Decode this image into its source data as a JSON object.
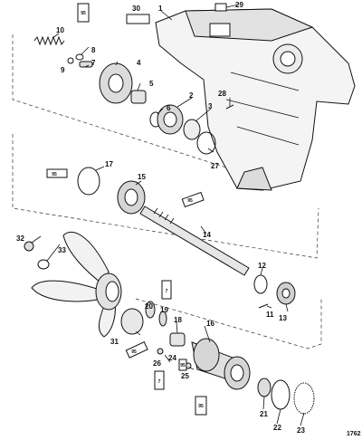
{
  "diagram": {
    "callouts": {
      "c1": "1",
      "c2": "2",
      "c3": "3",
      "c4": "4",
      "c5": "5",
      "c6": "6",
      "c7": "7",
      "c8": "8",
      "c9": "9",
      "c10": "10",
      "c11": "11",
      "c12": "12",
      "c13": "13",
      "c14": "14",
      "c15": "15",
      "c16": "16",
      "c17": "17",
      "c18": "18",
      "c19": "19",
      "c20": "20",
      "c21": "21",
      "c22": "22",
      "c23": "23",
      "c24": "24",
      "c25": "25",
      "c26": "26",
      "c27": "27",
      "c28": "28",
      "c29": "29",
      "c30": "30",
      "c31": "31",
      "c32": "32",
      "c33": "33"
    },
    "tube_labels": {
      "t1": "95",
      "t2": "95",
      "t3": "95",
      "t4": "95",
      "t5": "95",
      "t6": "7",
      "t7": "7",
      "t8": "95"
    },
    "reference_number": "1762"
  }
}
